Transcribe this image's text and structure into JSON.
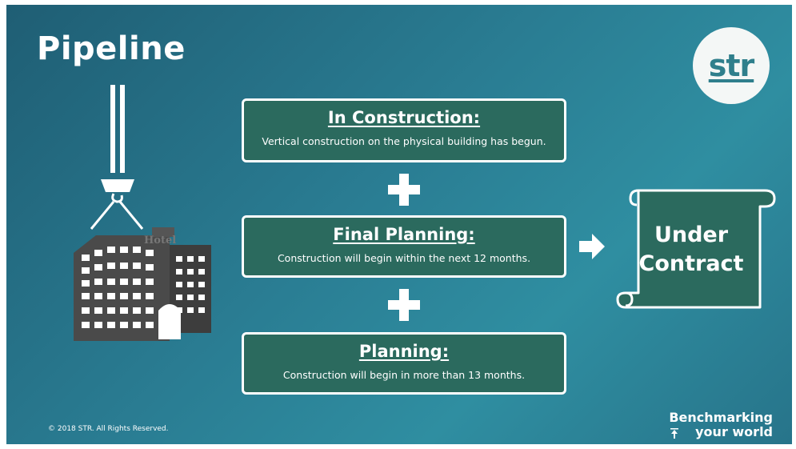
{
  "slide": {
    "title": "Pipeline",
    "logo_text": "str",
    "footer": {
      "copyright": "© 2018 STR. All Rights Reserved.",
      "tagline_line1": "Benchmarking",
      "tagline_line2": "your world"
    }
  },
  "stages": [
    {
      "heading": "In Construction:",
      "description": "Vertical construction on the physical building has begun."
    },
    {
      "heading": "Final Planning:",
      "description": "Construction will begin within the next 12 months."
    },
    {
      "heading": "Planning:",
      "description": "Construction will begin in more than 13 months."
    }
  ],
  "result": {
    "line1": "Under",
    "line2": "Contract"
  },
  "illustration": {
    "sign_text": "Hotel",
    "icon": "hotel-crane-icon"
  },
  "colors": {
    "background": "#2a7d93",
    "box_fill": "#2b6a5e",
    "logo_text": "#2f7f8c",
    "white": "#ffffff"
  }
}
